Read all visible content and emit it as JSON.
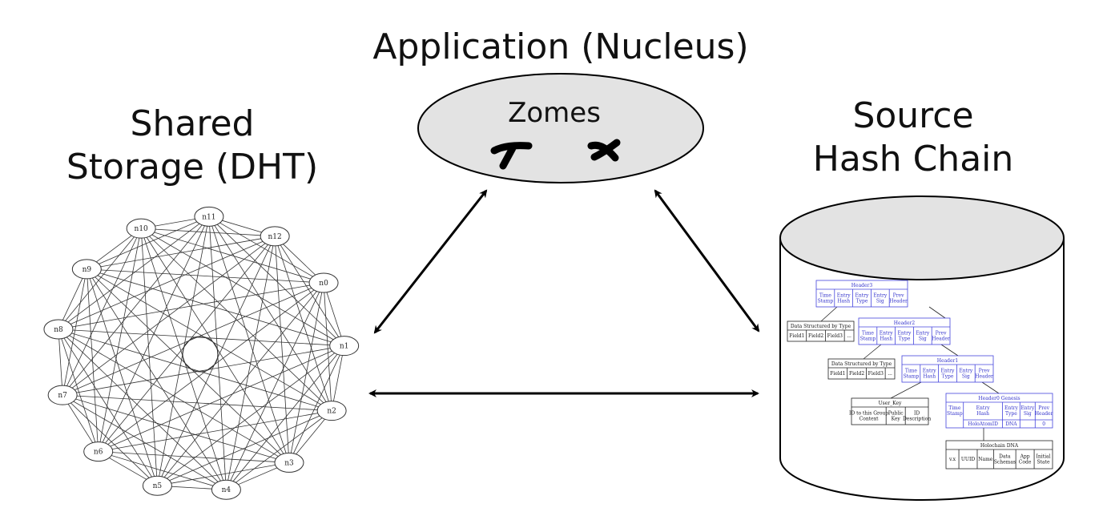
{
  "titles": {
    "application": "Application (Nucleus)",
    "shared_storage_line1": "Shared",
    "shared_storage_line2": "Storage (DHT)",
    "source_line1": "Source",
    "source_line2": "Hash Chain"
  },
  "zomes": {
    "label": "Zomes"
  },
  "dht": {
    "nodes": [
      "n0",
      "n1",
      "n2",
      "n3",
      "n4",
      "n5",
      "n6",
      "n7",
      "n8",
      "n9",
      "n10",
      "n11",
      "n12"
    ]
  },
  "hash_chain": {
    "header3": {
      "title": "Header3",
      "cols": [
        [
          "Time",
          "Stamp"
        ],
        [
          "Entry",
          "Hash"
        ],
        [
          "Entry",
          "Type"
        ],
        [
          "Entry",
          "Sig"
        ],
        [
          "Prev",
          "Header"
        ]
      ]
    },
    "data_type_1": {
      "title": "Data Structured by Type",
      "cols": [
        "Field1",
        "Field2",
        "Field3",
        "..."
      ]
    },
    "header2": {
      "title": "Header2",
      "cols": [
        [
          "Time",
          "Stamp"
        ],
        [
          "Entry",
          "Hash"
        ],
        [
          "Entry",
          "Type"
        ],
        [
          "Entry",
          "Sig"
        ],
        [
          "Prev",
          "Header"
        ]
      ]
    },
    "data_type_2": {
      "title": "Data Structured by Type",
      "cols": [
        "Field1",
        "Field2",
        "Field3",
        "..."
      ]
    },
    "header1": {
      "title": "Header1",
      "cols": [
        [
          "Time",
          "Stamp"
        ],
        [
          "Entry",
          "Hash"
        ],
        [
          "Entry",
          "Type"
        ],
        [
          "Entry",
          "Sig"
        ],
        [
          "Prev",
          "Header"
        ]
      ]
    },
    "user_key": {
      "title": "User_Key",
      "cols": [
        [
          "ID to this Group",
          "Context"
        ],
        [
          "Public",
          "Key"
        ],
        [
          "ID",
          "Description"
        ]
      ]
    },
    "header0": {
      "title": "Header0 Genesis",
      "cols": [
        [
          "Time",
          "Stamp"
        ],
        [
          "Entry",
          "Hash"
        ],
        [
          "Entry",
          "Type"
        ],
        [
          "Entry",
          "Sig"
        ],
        [
          "Prev",
          "Header"
        ]
      ],
      "values": [
        "HoloAtomID",
        "DNA",
        "0"
      ]
    },
    "dna": {
      "title": "Holochain DNA",
      "cols": [
        [
          "v.x"
        ],
        [
          "UUID"
        ],
        [
          "Name"
        ],
        [
          "Data",
          "Schemas"
        ],
        [
          "App",
          "Code"
        ],
        [
          "Initial",
          "State"
        ]
      ]
    }
  }
}
